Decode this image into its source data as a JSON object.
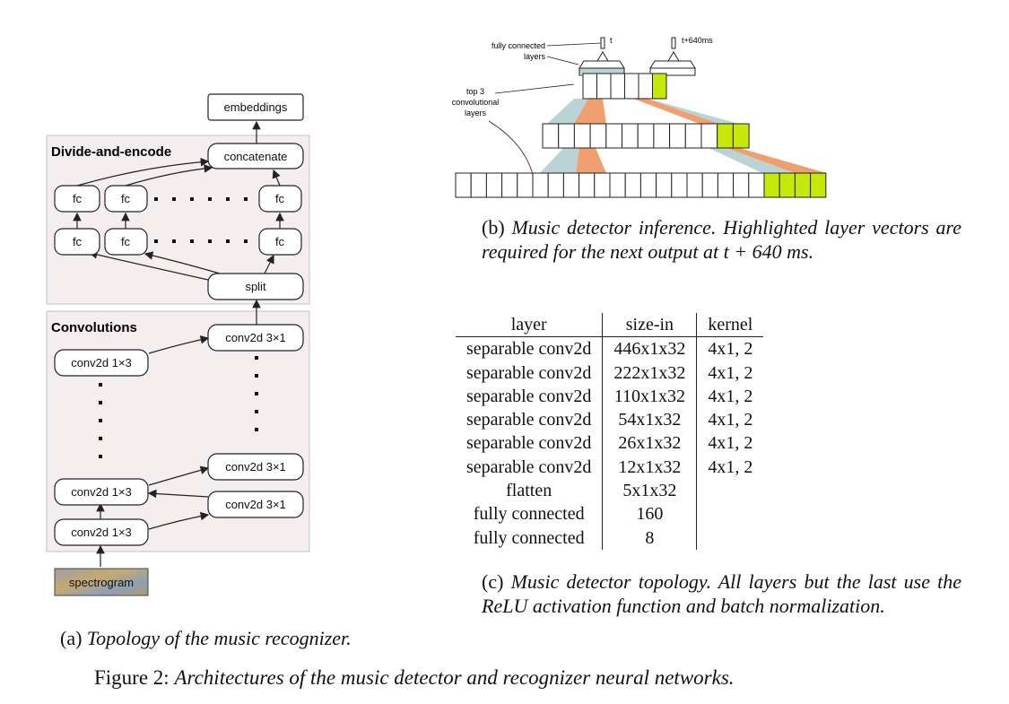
{
  "recognizer": {
    "group_encode_label": "Divide-and-encode",
    "group_conv_label": "Convolutions",
    "embeddings": "embeddings",
    "concatenate": "concatenate",
    "fc": "fc",
    "split": "split",
    "conv_left": "conv2d 1×3",
    "conv_right": "conv2d 3×1",
    "spectrogram": "spectrogram",
    "caption_prefix": "(a)",
    "caption": "Topology of the music recognizer."
  },
  "inference": {
    "label_fc": "fully connected\nlayers",
    "label_conv": "top 3\nconvolutional\nlayers",
    "label_t": "t",
    "label_t640": "t+640ms",
    "highlight_color": "#c6e80a",
    "orange_color": "#f0a070",
    "blue_color": "#b9d3d6",
    "caption_prefix": "(b)",
    "caption": "Music detector inference. Highlighted layer vectors are required for the next output at",
    "caption_math": "t + 640 ms."
  },
  "topology": {
    "headers": [
      "layer",
      "size-in",
      "kernel"
    ],
    "rows": [
      [
        "separable conv2d",
        "446x1x32",
        "4x1, 2"
      ],
      [
        "separable conv2d",
        "222x1x32",
        "4x1, 2"
      ],
      [
        "separable conv2d",
        "110x1x32",
        "4x1, 2"
      ],
      [
        "separable conv2d",
        "54x1x32",
        "4x1, 2"
      ],
      [
        "separable conv2d",
        "26x1x32",
        "4x1, 2"
      ],
      [
        "separable conv2d",
        "12x1x32",
        "4x1, 2"
      ],
      [
        "flatten",
        "5x1x32",
        ""
      ],
      [
        "fully connected",
        "160",
        ""
      ],
      [
        "fully connected",
        "8",
        ""
      ]
    ],
    "caption_prefix": "(c)",
    "caption": "Music detector topology. All layers but the last use the ReLU activation function and batch normalization."
  },
  "figure": {
    "prefix": "Figure 2:",
    "caption": "Architectures of the music detector and recognizer neural networks."
  }
}
